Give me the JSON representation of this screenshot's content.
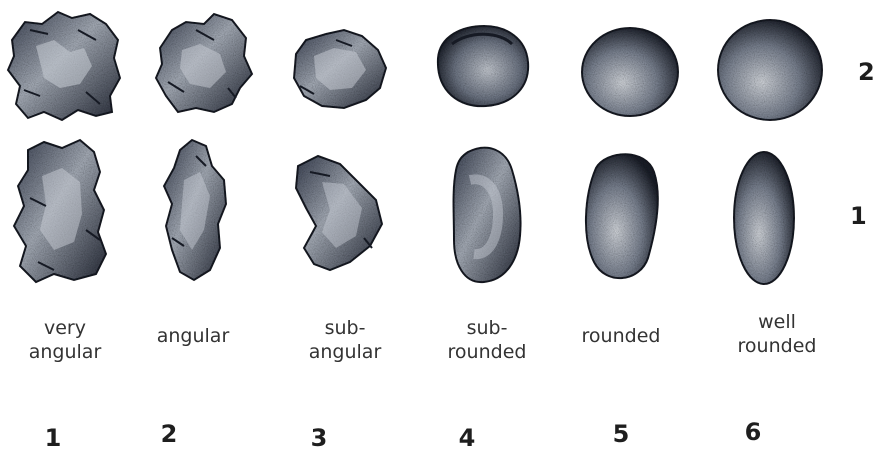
{
  "row_labels": [
    "2",
    "1"
  ],
  "columns": [
    {
      "label_lines": [
        "very",
        "angular"
      ],
      "number": "1"
    },
    {
      "label_lines": [
        "angular"
      ],
      "number": "2"
    },
    {
      "label_lines": [
        "sub-",
        "angular"
      ],
      "number": "3"
    },
    {
      "label_lines": [
        "sub-",
        "rounded"
      ],
      "number": "4"
    },
    {
      "label_lines": [
        "rounded"
      ],
      "number": "5"
    },
    {
      "label_lines": [
        "well",
        "rounded"
      ],
      "number": "6"
    }
  ],
  "colors": {
    "grain_fill": "#2e3444",
    "grain_highlight": "#c9ced6",
    "grain_edge": "#161a24",
    "text": "#333333"
  }
}
